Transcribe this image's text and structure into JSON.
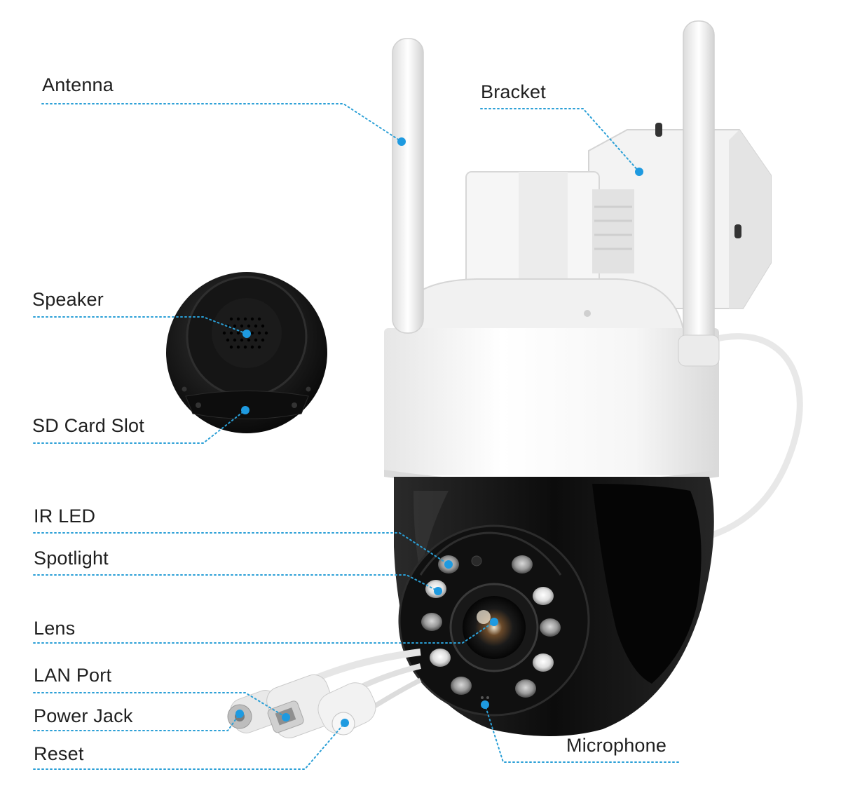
{
  "labels": {
    "antenna": "Antenna",
    "bracket": "Bracket",
    "speaker": "Speaker",
    "sd_card_slot": "SD Card Slot",
    "ir_led": "IR LED",
    "spotlight": "Spotlight",
    "lens": "Lens",
    "lan_port": "LAN Port",
    "power_jack": "Power Jack",
    "reset": "Reset",
    "microphone": "Microphone"
  },
  "colors": {
    "leader_line": "#2a9fd6",
    "marker_dot": "#1e9ae0",
    "camera_white": "#f4f4f4",
    "camera_black": "#121212"
  }
}
